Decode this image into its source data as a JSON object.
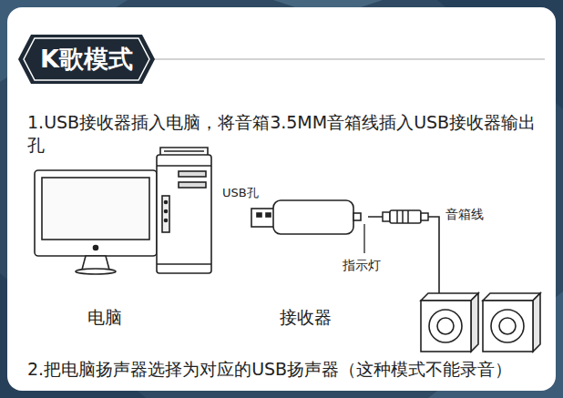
{
  "diagram": {
    "title": "K歌模式",
    "nodes": [
      {
        "text": [
          "电脑"
        ]
      },
      {
        "text": [
          "接收器"
        ]
      }
    ],
    "labels": [
      "1.USB接收器插入电脑，将音箱3.5MM音箱线插入USB接收器输出孔",
      "USB孔",
      "音箱线",
      "指示灯",
      "2.把电脑扬声器选择为对应的USB扬声器（这种模式不能录音）"
    ]
  }
}
